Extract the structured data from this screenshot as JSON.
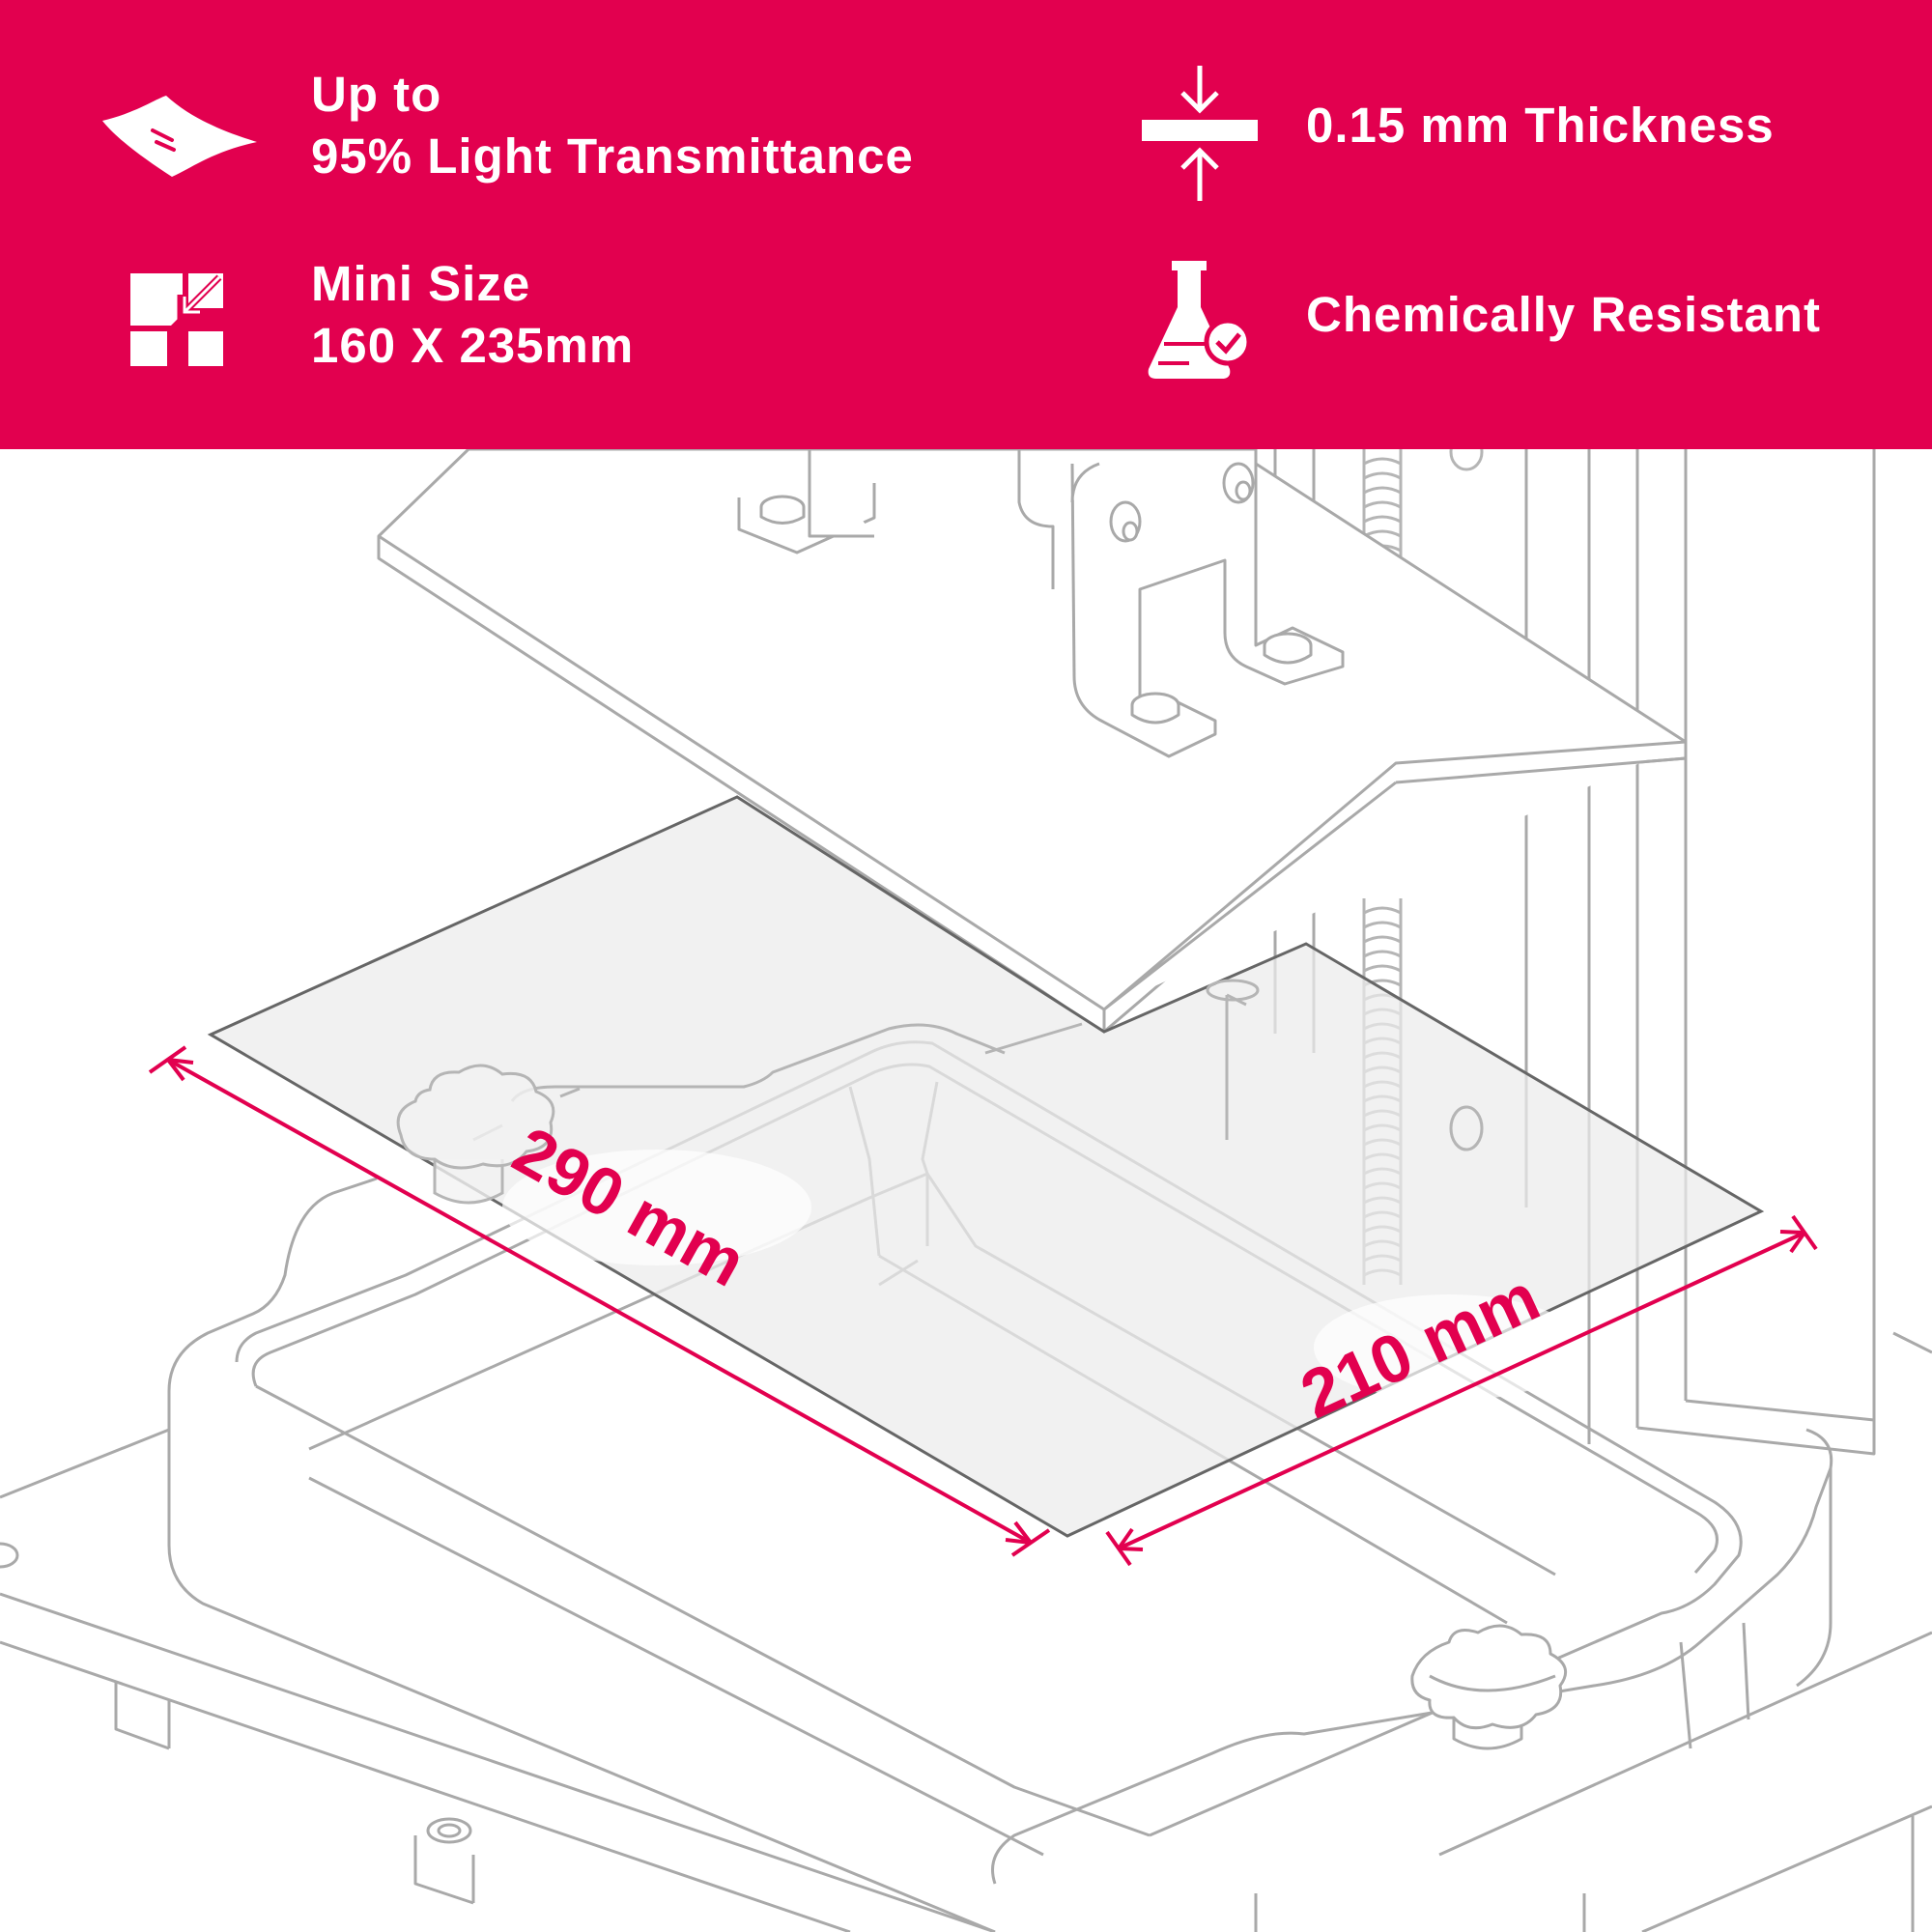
{
  "colors": {
    "banner": "#e2004f",
    "accent": "#e2004f",
    "line": "#a9a9a9",
    "film": "#ececec"
  },
  "features": [
    {
      "icon": "film-sheet-icon",
      "line1": "Up to",
      "line2": "95% Light Transmittance"
    },
    {
      "icon": "compress-thickness-icon",
      "line1": "0.15 mm Thickness",
      "line2": ""
    },
    {
      "icon": "resize-arrow-icon",
      "line1": "Mini Size",
      "line2": "160 X 235mm"
    },
    {
      "icon": "flask-check-icon",
      "line1": "Chemically Resistant",
      "line2": ""
    }
  ],
  "dimensions": {
    "length": "290 mm",
    "width": "210 mm"
  }
}
